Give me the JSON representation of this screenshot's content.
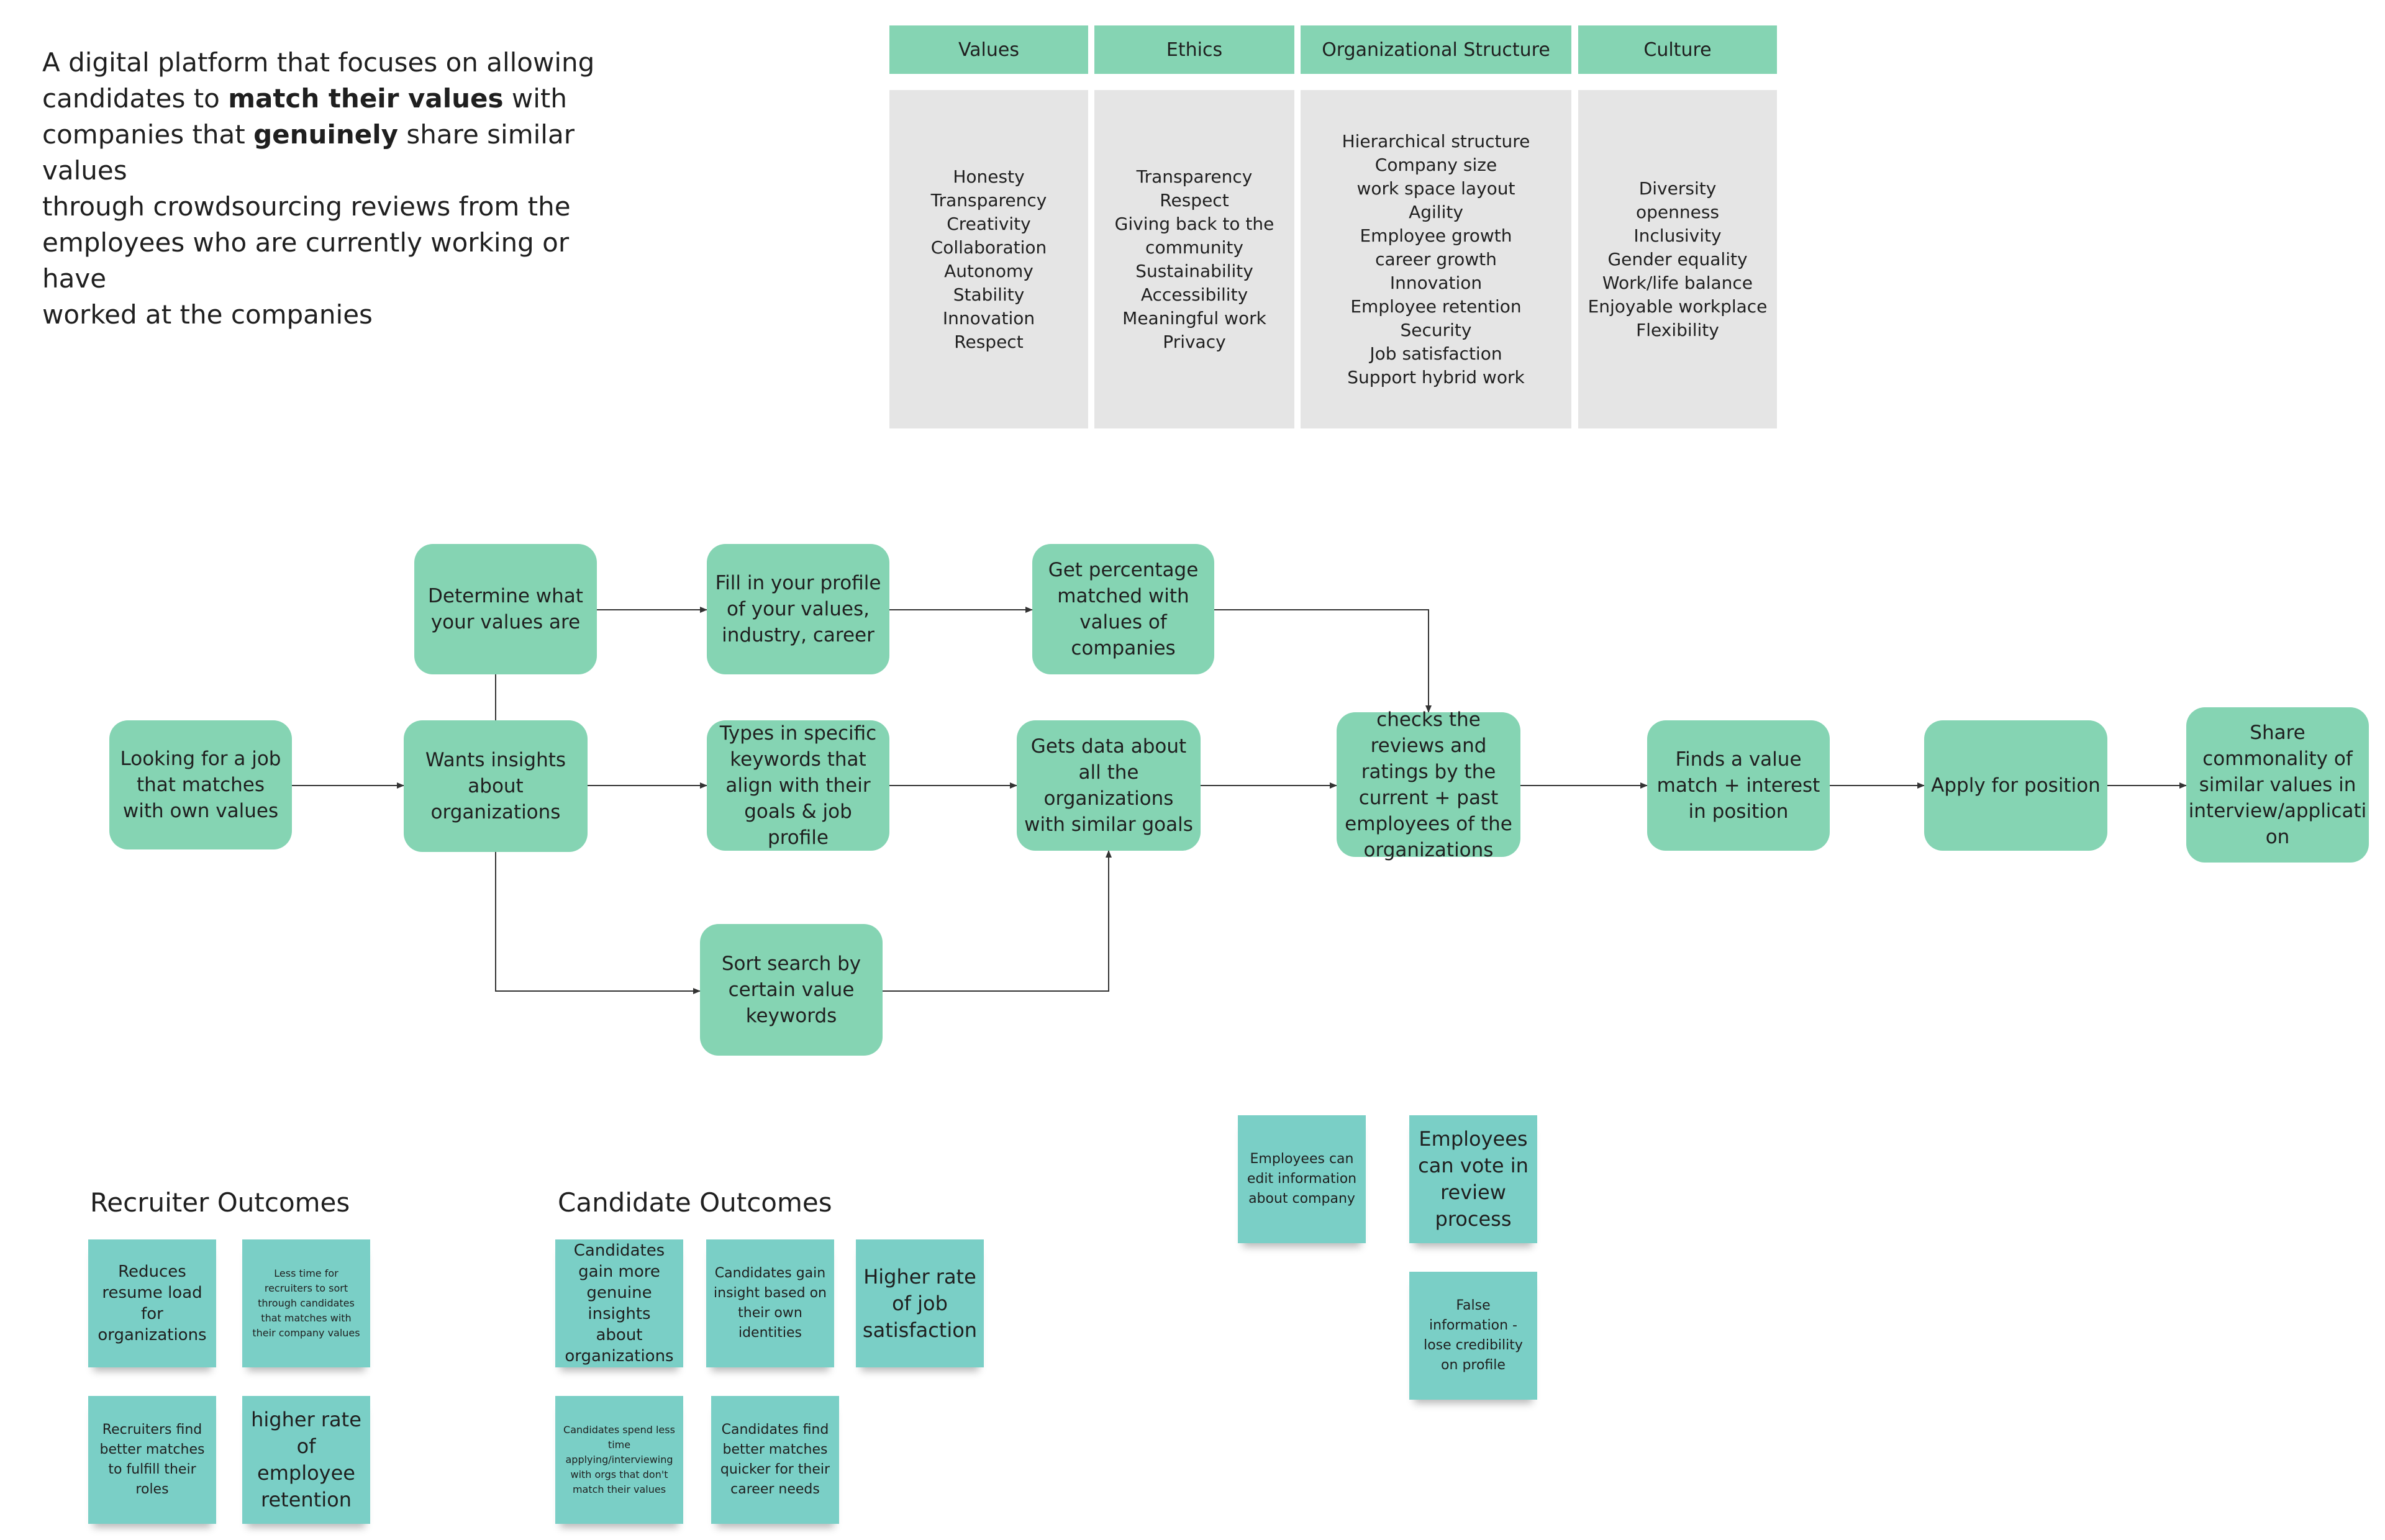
{
  "intro": {
    "line1": "A digital platform that focuses on allowing",
    "line2_pre": "candidates to ",
    "line2_bold": "match their values",
    "line2_post": " with",
    "line3_pre": "companies that ",
    "line3_bold": "genuinely",
    "line3_post": " share similar values",
    "line4": "through crowdsourcing reviews from the",
    "line5": "employees who are currently working or have",
    "line6": "worked at the companies"
  },
  "categories": [
    {
      "title": "Values",
      "items": [
        "Honesty",
        "Transparency",
        "Creativity",
        "Collaboration",
        "Autonomy",
        "Stability",
        "Innovation",
        "Respect"
      ]
    },
    {
      "title": "Ethics",
      "items": [
        "Transparency",
        "Respect",
        "Giving back to the",
        "community",
        "Sustainability",
        "Accessibility",
        "Meaningful work",
        "Privacy"
      ]
    },
    {
      "title": "Organizational Structure",
      "items": [
        "Hierarchical structure",
        "Company size",
        "work space layout",
        "Agility",
        "Employee growth",
        "career growth",
        "Innovation",
        "Employee retention",
        "Security",
        "Job satisfaction",
        "Support hybrid work"
      ]
    },
    {
      "title": "Culture",
      "items": [
        "Diversity",
        "openness",
        "Inclusivity",
        "Gender equality",
        "Work/life balance",
        "Enjoyable workplace",
        "Flexibility"
      ]
    }
  ],
  "flow": {
    "looking": "Looking for a job that matches with own values",
    "wants_insights": "Wants insights about organizations",
    "determine_values": "Determine what your values are",
    "fill_profile": "Fill in your profile of your values, industry, career",
    "get_percentage": "Get percentage matched with values of companies",
    "types_keywords": "Types in specific keywords that align with their goals & job profile",
    "gets_data": "Gets data about all the organizations with similar goals",
    "sort_search": "Sort search by certain value keywords",
    "checks_reviews": "checks the reviews and ratings by the current + past employees of the organizations",
    "finds_match": "Finds a value match + interest in position",
    "apply": "Apply for position",
    "share": "Share commonality of similar values in interview/applicati on"
  },
  "recruiter_outcomes": {
    "title": "Recruiter Outcomes",
    "items": [
      "Reduces resume load for organizations",
      "Less time for recruiters to sort through candidates that matches with their company values",
      "Recruiters find better matches to fulfill their roles",
      "higher rate of employee retention"
    ]
  },
  "candidate_outcomes": {
    "title": "Candidate Outcomes",
    "items": [
      "Candidates gain more genuine insights about organizations",
      "Candidates gain insight based on their own identities",
      "Higher rate of job satisfaction",
      "Candidates spend less time applying/interviewing with orgs that don't match their values",
      "Candidates find better matches quicker for their career needs"
    ]
  },
  "employee_notes": [
    "Employees can edit information about company",
    "Employees can vote in review process",
    "False information - lose credibility on profile"
  ],
  "colors": {
    "node_fill": "#85d4b3",
    "sticky_fill": "#7acfc6",
    "table_body": "#e5e5e5"
  }
}
